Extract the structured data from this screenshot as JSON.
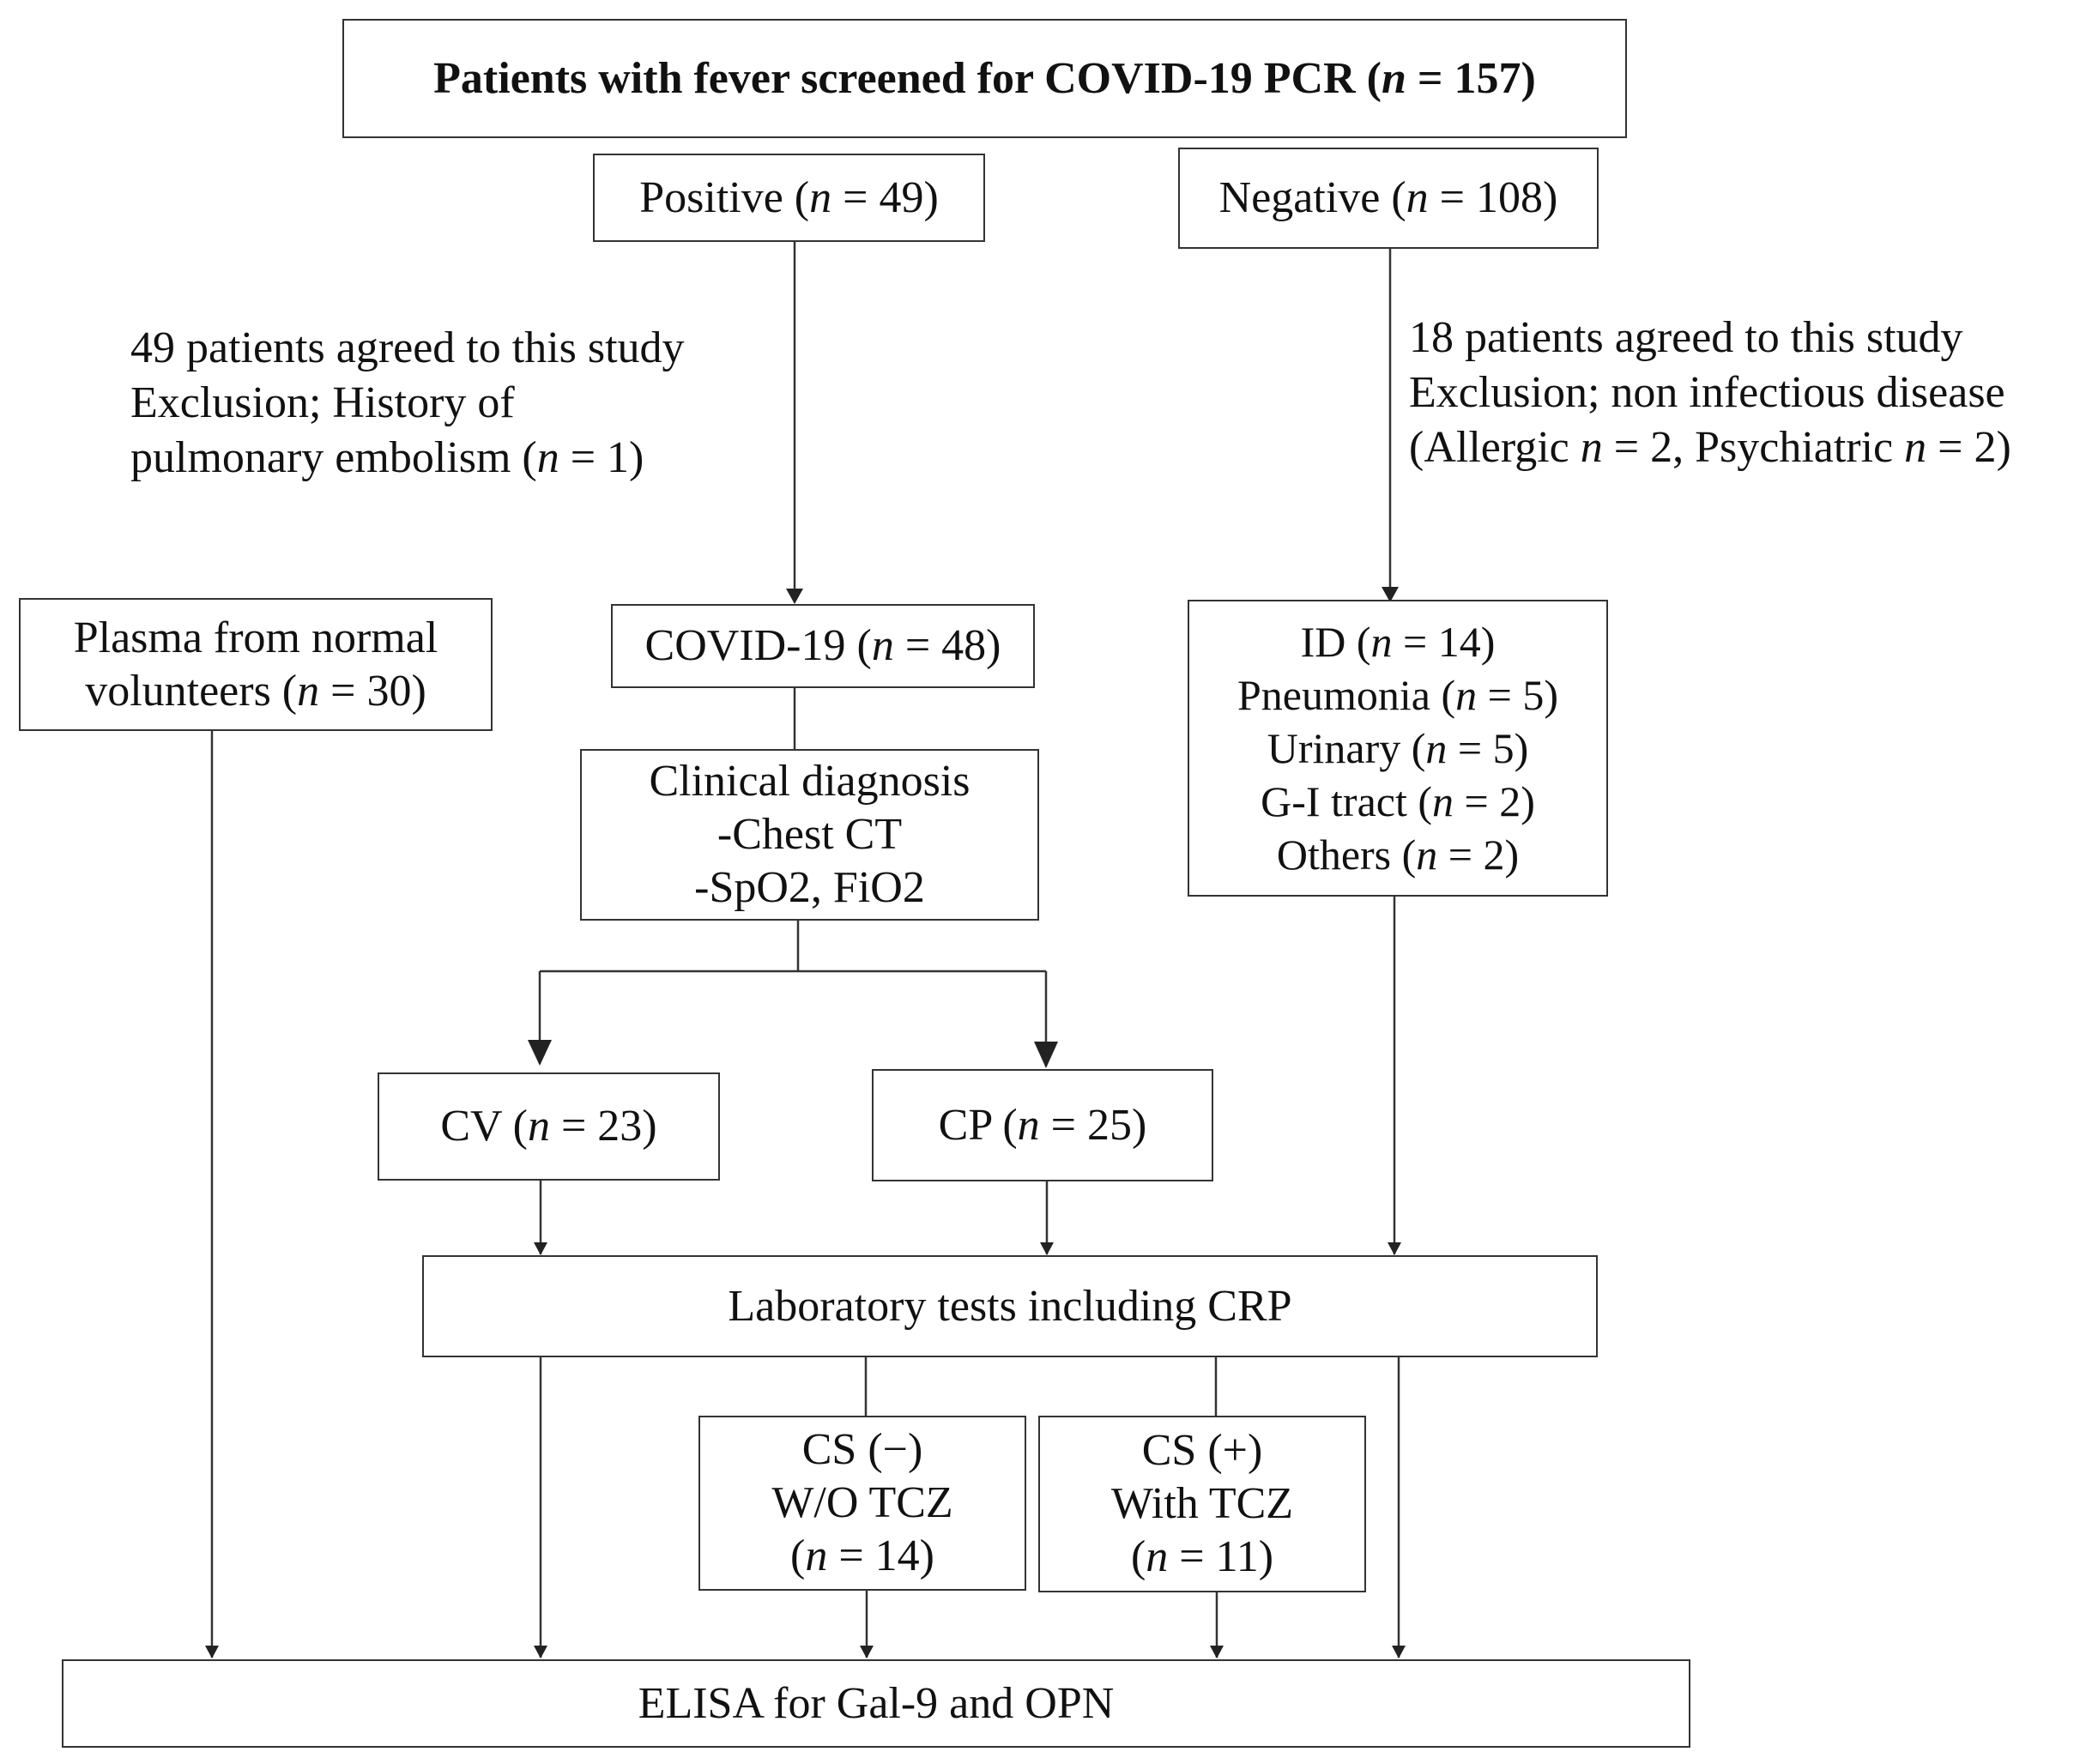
{
  "nodes": {
    "screened": {
      "line1": "Patients with fever screened for COVID-19 PCR (",
      "n": "n",
      "line1_end": " = 157)"
    },
    "positive": {
      "a": "Positive (",
      "n": "n",
      "b": " = 49)"
    },
    "negative": {
      "a": "Negative (",
      "n": "n",
      "b": " = 108)"
    },
    "plasma": {
      "line1": "Plasma from normal",
      "line2a": "volunteers  (",
      "n": "n",
      "line2b": " = 30)"
    },
    "covid": {
      "a": "COVID-19 (",
      "n": "n",
      "b": " = 48)"
    },
    "clinical": {
      "line1": "Clinical diagnosis",
      "line2": "-Chest CT",
      "line3": "-SpO2, FiO2"
    },
    "id": {
      "l1a": "ID (",
      "l1b": " = 14)",
      "l2a": "Pneumonia  (",
      "l2b": " = 5)",
      "l3a": "Urinary (",
      "l3b": " = 5)",
      "l4a": "G-I tract (",
      "l4b": " = 2)",
      "l5a": "Others (",
      "l5b": " = 2)",
      "n": "n"
    },
    "cv": {
      "a": "CV (",
      "n": "n",
      "b": " = 23)"
    },
    "cp": {
      "a": "CP (",
      "n": "n",
      "b": " = 25)"
    },
    "lab": {
      "label": "Laboratory tests including  CRP"
    },
    "cs_neg": {
      "line1": "CS (−)",
      "line2": "W/O TCZ",
      "l3a": "(",
      "n": "n",
      "l3b": " = 14)"
    },
    "cs_pos": {
      "line1": "CS (+)",
      "line2": "With TCZ",
      "l3a": "(",
      "n": "n",
      "l3b": " = 11)"
    },
    "elisa": {
      "label": "ELISA for Gal-9 and OPN"
    }
  },
  "notes": {
    "left": {
      "line1": "49 patients  agreed to this study",
      "line2": "Exclusion;  History of",
      "line3a": "pulmonary  embolism (",
      "n": "n",
      "line3b": " = 1)"
    },
    "right": {
      "line1": "18 patients  agreed to this study",
      "line2": "Exclusion; non infectious disease",
      "line3a": "(Allergic ",
      "n": "n",
      "line3b": " = 2, Psychiatric  ",
      "line3c": " = 2)"
    }
  }
}
